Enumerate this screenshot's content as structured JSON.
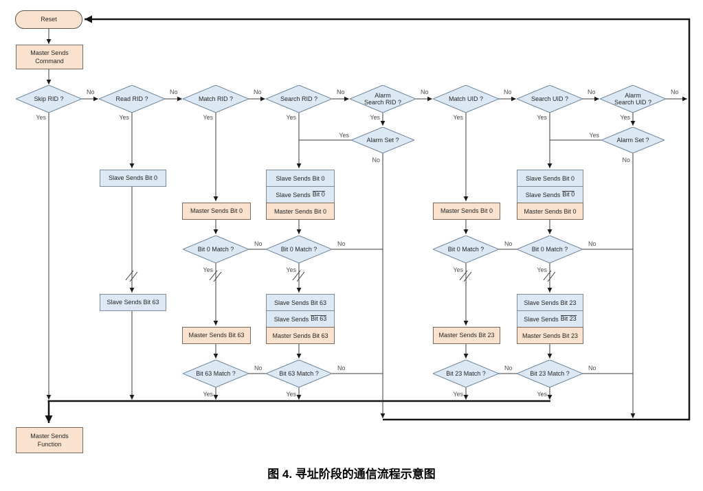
{
  "caption": "图 4. 寻址阶段的通信流程示意图",
  "edge_labels": {
    "yes": "Yes",
    "no": "No"
  },
  "nodes": {
    "reset": "Reset",
    "master_sends_command": {
      "line1": "Master Sends",
      "line2": "Command"
    },
    "skip_rid": "Skip RID ?",
    "read_rid": "Read RID ?",
    "match_rid": "Match RID ?",
    "search_rid": "Search RID ?",
    "alarm_search_rid": {
      "line1": "Alarm",
      "line2": "Search RID ?"
    },
    "match_uid": "Match UID ?",
    "search_uid": "Search UID ?",
    "alarm_search_uid": {
      "line1": "Alarm",
      "line2": "Search UID ?"
    },
    "alarm_set": "Alarm Set ?",
    "slave_sends_bit0": "Slave Sends Bit 0",
    "slave_sends_prefix": "Slave Sends",
    "bit0": "Bit 0",
    "master_sends_bit0": "Master Sends Bit 0",
    "bit0_match": "Bit 0 Match ?",
    "slave_sends_bit63": "Slave Sends Bit 63",
    "bit63": "Bit 63",
    "master_sends_bit63": "Master Sends Bit 63",
    "bit63_match": "Bit 63 Match ?",
    "slave_sends_bit23": "Slave Sends Bit 23",
    "bit23": "Bit 23",
    "master_sends_bit23": "Master Sends Bit 23",
    "bit23_match": "Bit 23 Match ?",
    "master_sends_function": {
      "line1": "Master Sends",
      "line2": "Function"
    }
  },
  "colors": {
    "process_fill": "#FAE2CE",
    "process_border": "#7A685A",
    "decision_fill": "#DCE8F4",
    "decision_border": "#6E839B",
    "connector": "#3a3a3a",
    "return_loop": "#141414"
  }
}
